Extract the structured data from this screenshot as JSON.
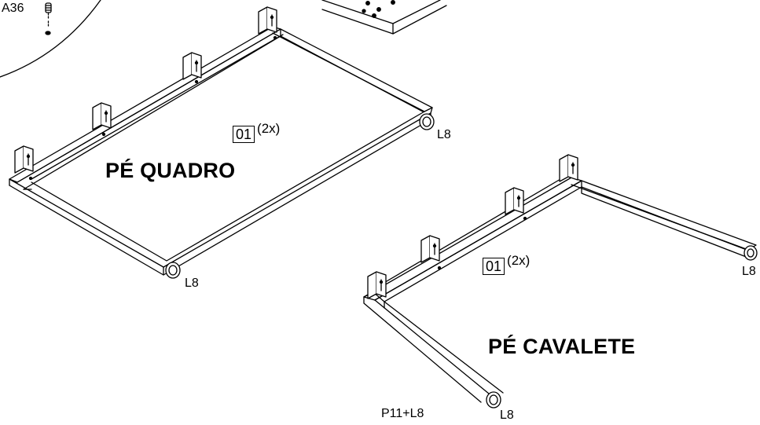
{
  "detail": {
    "part_label": "A36"
  },
  "frame_leg": {
    "title": "PÉ QUADRO",
    "part_code": "01",
    "quantity": "(2x)",
    "foot_labels": [
      "L8",
      "L8"
    ]
  },
  "trestle_leg": {
    "title": "PÉ CAVALETE",
    "part_code": "01",
    "quantity": "(2x)",
    "foot_labels": [
      "L8",
      "L8"
    ],
    "combo_label": "P11+L8"
  }
}
